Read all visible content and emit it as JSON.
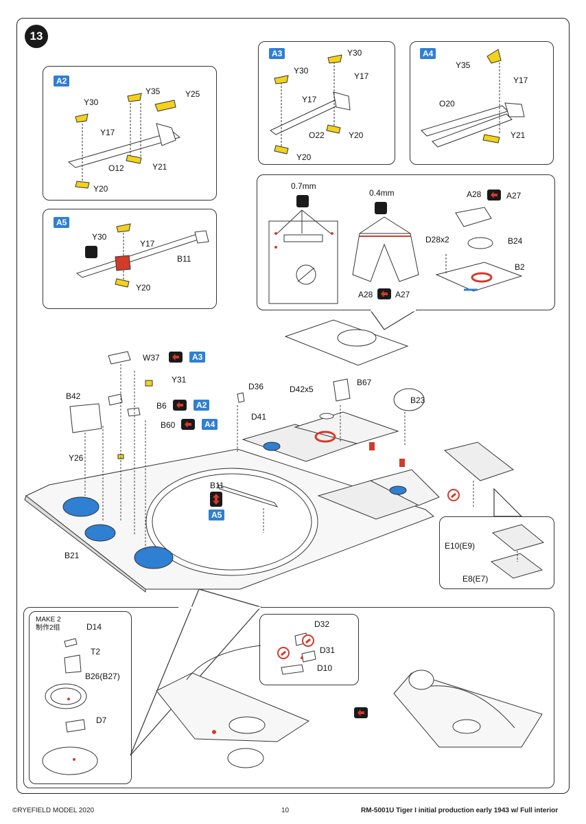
{
  "step_number": "13",
  "colors": {
    "accent": "#2f7fd2",
    "highlight_yellow": "#f2d21c",
    "highlight_blue": "#2f7fd2",
    "highlight_red": "#d23a2a"
  },
  "panels": {
    "a2": {
      "badge": "A2",
      "labels": [
        "Y30",
        "Y35",
        "Y25",
        "Y17",
        "O12",
        "Y21",
        "Y20"
      ]
    },
    "a3": {
      "badge": "A3",
      "labels": [
        "Y30",
        "Y30",
        "Y17",
        "Y17",
        "O22",
        "Y20",
        "Y20"
      ]
    },
    "a4": {
      "badge": "A4",
      "labels": [
        "Y35",
        "Y17",
        "O20",
        "Y21"
      ]
    },
    "a5": {
      "badge": "A5",
      "labels": [
        "Y30",
        "Y17",
        "B11",
        "Y20"
      ]
    },
    "detail": {
      "mm1": "0.7mm",
      "mm2": "0.4mm",
      "a28_top": "A28",
      "a27_top": "A27",
      "d28": "D28x2",
      "b24": "B24",
      "b2": "B2",
      "a28_bottom": "A28",
      "a27_bottom": "A27"
    }
  },
  "main_labels": {
    "w37": "W37",
    "a3_ref": "A3",
    "y31": "Y31",
    "b42": "B42",
    "b6": "B6",
    "a2_ref": "A2",
    "b60": "B60",
    "a4_ref": "A4",
    "d36": "D36",
    "d41": "D41",
    "d42": "D42x5",
    "b67": "B67",
    "b23": "B23",
    "y26": "Y26",
    "b11": "B11",
    "a5_ref": "A5",
    "b21": "B21"
  },
  "inset_plates": {
    "e10": "E10(E9)",
    "e8": "E8(E7)"
  },
  "bottom": {
    "make_en": "MAKE 2",
    "make_cn": "制作2组",
    "d14": "D14",
    "t2": "T2",
    "b26": "B26(B27)",
    "d7": "D7",
    "d32": "D32",
    "d31": "D31",
    "d10": "D10"
  },
  "footer": {
    "copyright": "©RYEFIELD MODEL 2020",
    "page": "10",
    "title": "RM-5001U Tiger I initial production early 1943 w/ Full interior"
  }
}
